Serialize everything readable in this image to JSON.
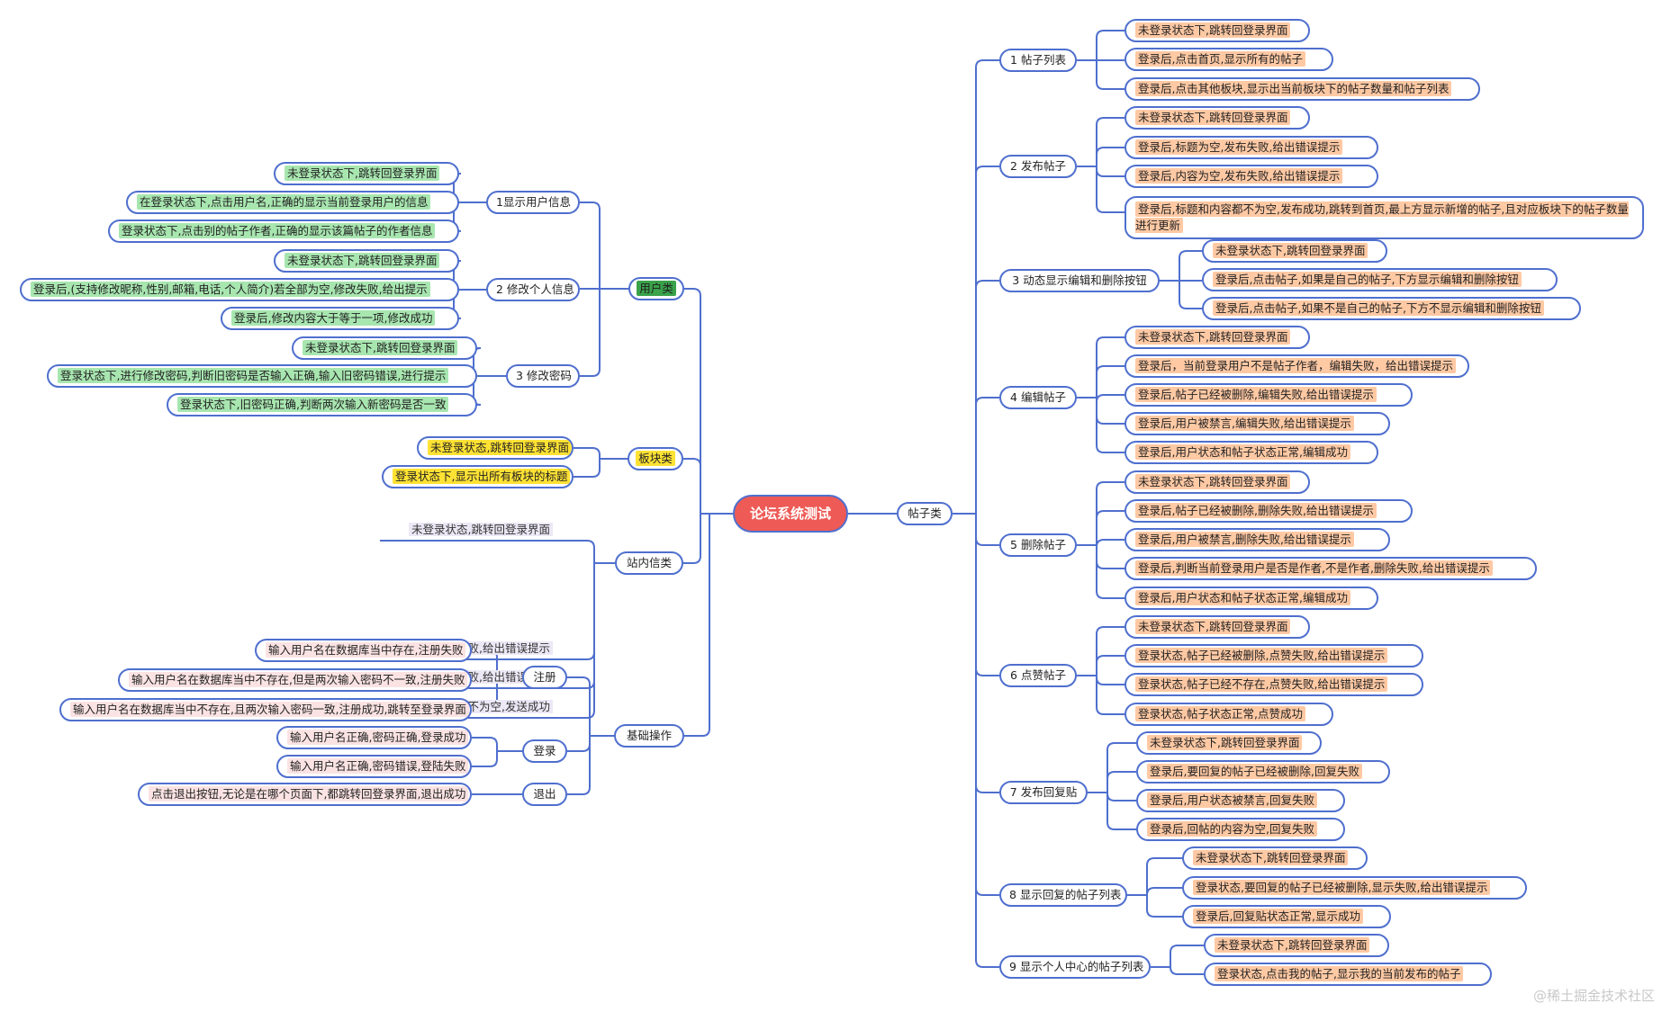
{
  "colors": {
    "line": "#4f6fce",
    "root_fill": "#ee5a55",
    "user_hl": "#a8e6b0",
    "user_dark": "#3aa24a",
    "board_hl": "#ffe234",
    "msg_hl": "#ece8f6",
    "basic_hl": "#fbe3e3",
    "post_hl": "#ffc9a4"
  },
  "root": "论坛系统测试",
  "left": [
    {
      "label": "用户类",
      "groups": [
        {
          "label": "1显示用户信息",
          "items": [
            "未登录状态下,跳转回登录界面",
            "在登录状态下,点击用户名,正确的显示当前登录用户的信息",
            "登录状态下,点击别的帖子作者,正确的显示该篇帖子的作者信息"
          ]
        },
        {
          "label": "2 修改个人信息",
          "items": [
            "未登录状态下,跳转回登录界面",
            "登录后,(支持修改昵称,性别,邮箱,电话,个人简介)若全部为空,修改失败,给出提示",
            "登录后,修改内容大于等于一项,修改成功"
          ]
        },
        {
          "label": "3 修改密码",
          "items": [
            "未登录状态下,跳转回登录界面",
            "登录状态下,进行修改密码,判断旧密码是否输入正确,输入旧密码错误,进行提示",
            "登录状态下,旧密码正确,判断两次输入新密码是否一致"
          ]
        }
      ]
    },
    {
      "label": "板块类",
      "items": [
        "未登录状态,跳转回登录界面",
        "登录状态下,显示出所有板块的标题"
      ]
    },
    {
      "label": "站内信类",
      "items": [
        "未登录状态,跳转回登录界面",
        "登录状态,发送内容为空,发送失败,给出错误提示",
        "登录状态,用户被禁言,发私信失败,给出错误提示",
        "登录状态,用户状态正常,且发送内容不为空,发送成功"
      ]
    },
    {
      "label": "基础操作",
      "groups": [
        {
          "label": "注册",
          "items": [
            "输入用户名在数据库当中存在,注册失败",
            "输入用户名在数据库当中不存在,但是两次输入密码不一致,注册失败",
            "输入用户名在数据库当中不存在,且两次输入密码一致,注册成功,跳转至登录界面"
          ]
        },
        {
          "label": "登录",
          "items": [
            "输入用户名正确,密码正确,登录成功",
            "输入用户名正确,密码错误,登陆失败"
          ]
        },
        {
          "label": "退出",
          "items": [
            "点击退出按钮,无论是在哪个页面下,都跳转回登录界面,退出成功"
          ]
        }
      ]
    }
  ],
  "right": {
    "label": "帖子类",
    "groups": [
      {
        "label": "1 帖子列表",
        "items": [
          "未登录状态下,跳转回登录界面",
          "登录后,点击首页,显示所有的帖子",
          "登录后,点击其他板块,显示出当前板块下的帖子数量和帖子列表"
        ]
      },
      {
        "label": "2 发布帖子",
        "items": [
          "未登录状态下,跳转回登录界面",
          "登录后,标题为空,发布失败,给出错误提示",
          "登录后,内容为空,发布失败,给出错误提示",
          "登录后,标题和内容都不为空,发布成功,跳转到首页,最上方显示新增的帖子,且对应板块下的帖子数量进行更新"
        ]
      },
      {
        "label": "3 动态显示编辑和删除按钮",
        "items": [
          "未登录状态下,跳转回登录界面",
          "登录后,点击帖子,如果是自己的帖子,下方显示编辑和删除按钮",
          "登录后,点击帖子,如果不是自己的帖子,下方不显示编辑和删除按钮"
        ]
      },
      {
        "label": "4 编辑帖子",
        "items": [
          "未登录状态下,跳转回登录界面",
          "登录后，当前登录用户不是帖子作者，编辑失败，给出错误提示",
          "登录后,帖子已经被删除,编辑失败,给出错误提示",
          "登录后,用户被禁言,编辑失败,给出错误提示",
          "登录后,用户状态和帖子状态正常,编辑成功"
        ]
      },
      {
        "label": "5 删除帖子",
        "items": [
          "未登录状态下,跳转回登录界面",
          "登录后,帖子已经被删除,删除失败,给出错误提示",
          "登录后,用户被禁言,删除失败,给出错误提示",
          "登录后,判断当前登录用户是否是作者,不是作者,删除失败,给出错误提示",
          "登录后,用户状态和帖子状态正常,编辑成功"
        ]
      },
      {
        "label": "6 点赞帖子",
        "items": [
          "未登录状态下,跳转回登录界面",
          "登录状态,帖子已经被删除,点赞失败,给出错误提示",
          "登录状态,帖子已经不存在,点赞失败,给出错误提示",
          "登录状态,帖子状态正常,点赞成功"
        ]
      },
      {
        "label": "7 发布回复贴",
        "items": [
          "未登录状态下,跳转回登录界面",
          "登录后,要回复的帖子已经被删除,回复失败",
          "登录后,用户状态被禁言,回复失败",
          "登录后,回帖的内容为空,回复失败"
        ]
      },
      {
        "label": "8 显示回复的帖子列表",
        "items": [
          "未登录状态下,跳转回登录界面",
          "登录状态,要回复的帖子已经被删除,显示失败,给出错误提示",
          "登录后,回复贴状态正常,显示成功"
        ]
      },
      {
        "label": "9 显示个人中心的帖子列表",
        "items": [
          "未登录状态下,跳转回登录界面",
          "登录状态,点击我的帖子,显示我的当前发布的帖子"
        ]
      }
    ]
  },
  "watermark": "@稀土掘金技术社区"
}
